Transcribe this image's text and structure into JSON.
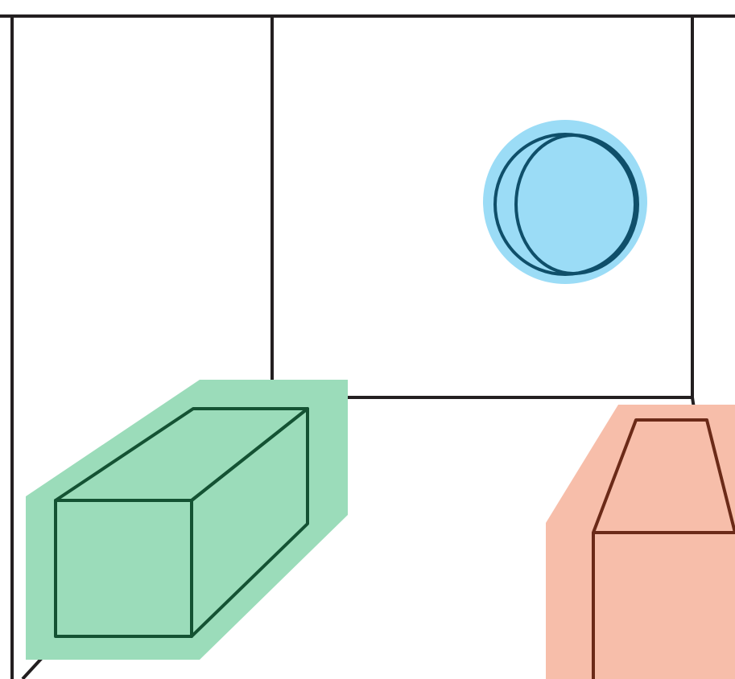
{
  "diagram": {
    "kind": "room-perspective-illustration",
    "background_color": "#ffffff",
    "line_color": "#231f20",
    "elements": [
      {
        "name": "room-outline",
        "description": "room wireframe"
      },
      {
        "name": "moon-window",
        "highlight_color": "#9bdcf6",
        "stroke_color": "#0f4f6a"
      },
      {
        "name": "box-cabinet",
        "highlight_color": "#9bdcba",
        "stroke_color": "#145233"
      },
      {
        "name": "lamp-object",
        "highlight_color": "#f7beaa",
        "stroke_color": "#6b2a18"
      }
    ]
  }
}
